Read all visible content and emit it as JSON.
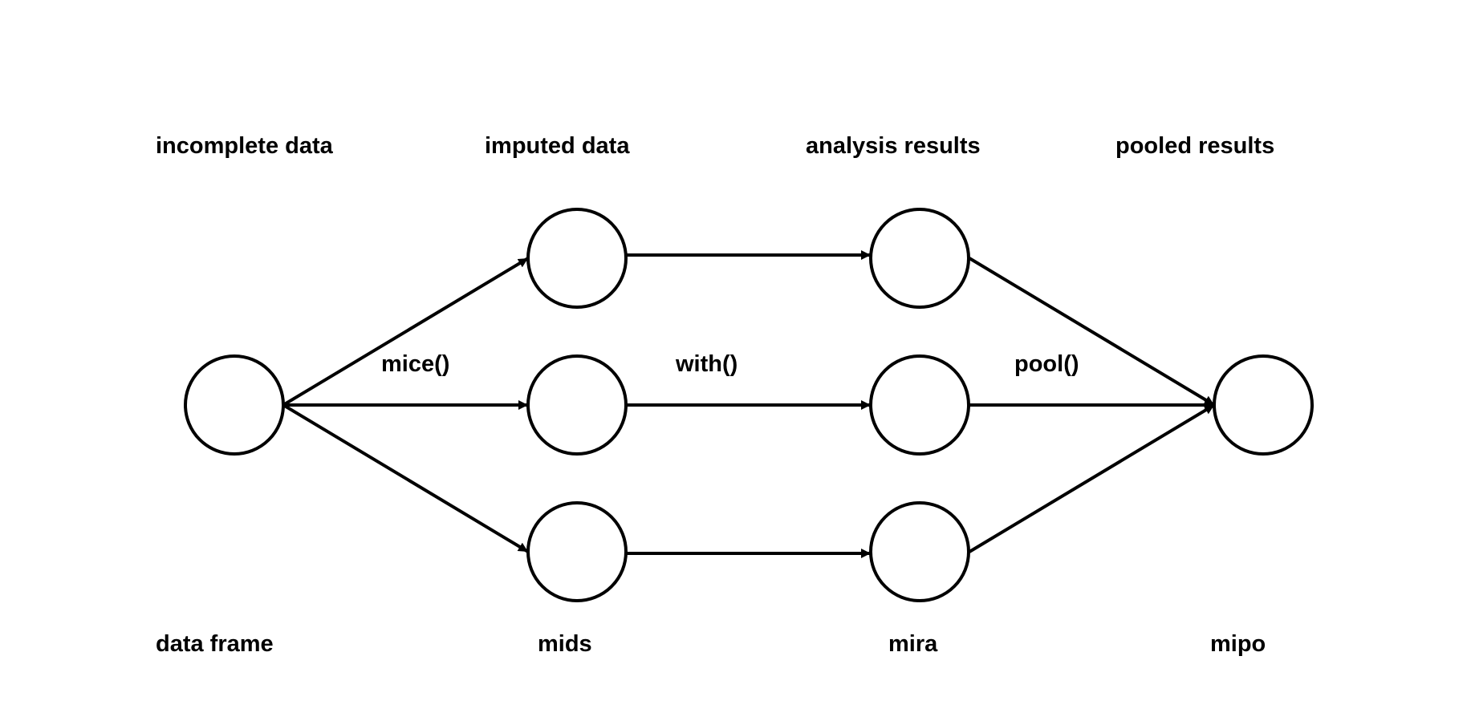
{
  "stage_headers": {
    "incomplete": "incomplete data",
    "imputed": "imputed data",
    "analysis": "analysis results",
    "pooled": "pooled results"
  },
  "object_classes": {
    "data_frame": "data frame",
    "mids": "mids",
    "mira": "mira",
    "mipo": "mipo"
  },
  "functions": {
    "mice": "mice()",
    "with": "with()",
    "pool": "pool()"
  },
  "colors": {
    "stroke": "#000000",
    "background": "#ffffff"
  }
}
